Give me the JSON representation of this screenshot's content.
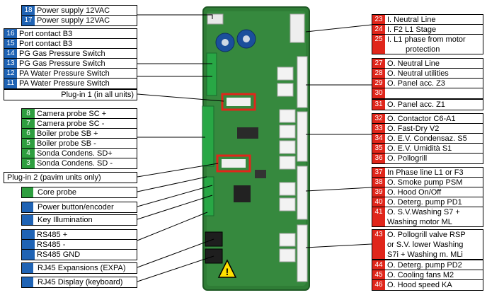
{
  "colors": {
    "blue": "#1f63b4",
    "green": "#2e9e3f",
    "red": "#e0261b",
    "board": "#2f7d36"
  },
  "top_left": [
    {
      "num": "18",
      "label": "Power supply 12VAC"
    },
    {
      "num": "17",
      "label": "Power supply 12VAC"
    }
  ],
  "left_blue": [
    {
      "num": "16",
      "label": "Port contact B3"
    },
    {
      "num": "15",
      "label": "Port contact B3"
    },
    {
      "num": "14",
      "label": "PG Gas Pressure Switch"
    },
    {
      "num": "13",
      "label": "PG Gas Pressure Switch"
    },
    {
      "num": "12",
      "label": "PA Water Pressure Switch"
    },
    {
      "num": "11",
      "label": "PA Water Pressure Switch"
    }
  ],
  "plugin1": "Plug-in 1 (in all units)",
  "left_green": [
    {
      "num": "8",
      "label": "Camera probe SC +"
    },
    {
      "num": "7",
      "label": "Camera probe SC -"
    },
    {
      "num": "6",
      "label": "Boiler probe SB +"
    },
    {
      "num": "5",
      "label": "Boiler probe SB -"
    },
    {
      "num": "4",
      "label": "Sonda Condens. SD+"
    },
    {
      "num": "3",
      "label": "Sonda Condens. SD -"
    }
  ],
  "plugin2": "Plug-in 2 (pavim units only)",
  "core_probe": "Core probe",
  "power_button": "Power button/encoder",
  "key_illumination": "Key Illumination",
  "rs485": [
    "RS485 +",
    "RS485 -",
    "RS485 GND"
  ],
  "rj45_expansions": "RJ45 Expansions (EXPA)",
  "rj45_display": "RJ45 Display (keyboard)",
  "right_group1": [
    {
      "num": "23",
      "label": "I. Neutral Line"
    },
    {
      "num": "24",
      "label": "I. F2 L1 Stage"
    },
    {
      "num": "25",
      "label": "I. L1 phase from motor",
      "label2": "protection"
    }
  ],
  "right_group2": [
    {
      "num": "27",
      "label": "O. Neutral Line"
    },
    {
      "num": "28",
      "label": "O. Neutral utilities"
    },
    {
      "num": "29",
      "label": "O. Panel acc. Z3"
    },
    {
      "num": "30",
      "label": ""
    },
    {
      "num": "31",
      "label": "O. Panel acc. Z1"
    }
  ],
  "right_group3": [
    {
      "num": "32",
      "label": "O. Contactor C6-A1"
    },
    {
      "num": "33",
      "label": "O. Fast-Dry V2"
    },
    {
      "num": "34",
      "label": "O. E.V. Condensaz. S5"
    },
    {
      "num": "35",
      "label": "O. E.V. Umidità S1"
    },
    {
      "num": "36",
      "label": "O. Pollogrill"
    }
  ],
  "right_group4": [
    {
      "num": "37",
      "label": "In Phase line L1 or F3"
    },
    {
      "num": "38",
      "label": "O. Smoke pump PSM"
    },
    {
      "num": "39",
      "label": "O. Hood On/Off"
    },
    {
      "num": "40",
      "label": "O. Deterg. pump PD1"
    },
    {
      "num": "41",
      "label": "O. S.V.Washing S7 +",
      "label2": "Washing motor ML"
    }
  ],
  "right_group5": [
    {
      "num": "43",
      "label": "O. Pollogrill valve RSP",
      "label2": "or  S.V. lower Washing",
      "label3": "S7i + Washing m. MLi"
    },
    {
      "num": "44",
      "label": "O. Deterg. pump PD2"
    },
    {
      "num": "45",
      "label": "O. Cooling fans M2"
    },
    {
      "num": "46",
      "label": "O. Hood speed KA"
    }
  ],
  "warning_symbol": "!"
}
